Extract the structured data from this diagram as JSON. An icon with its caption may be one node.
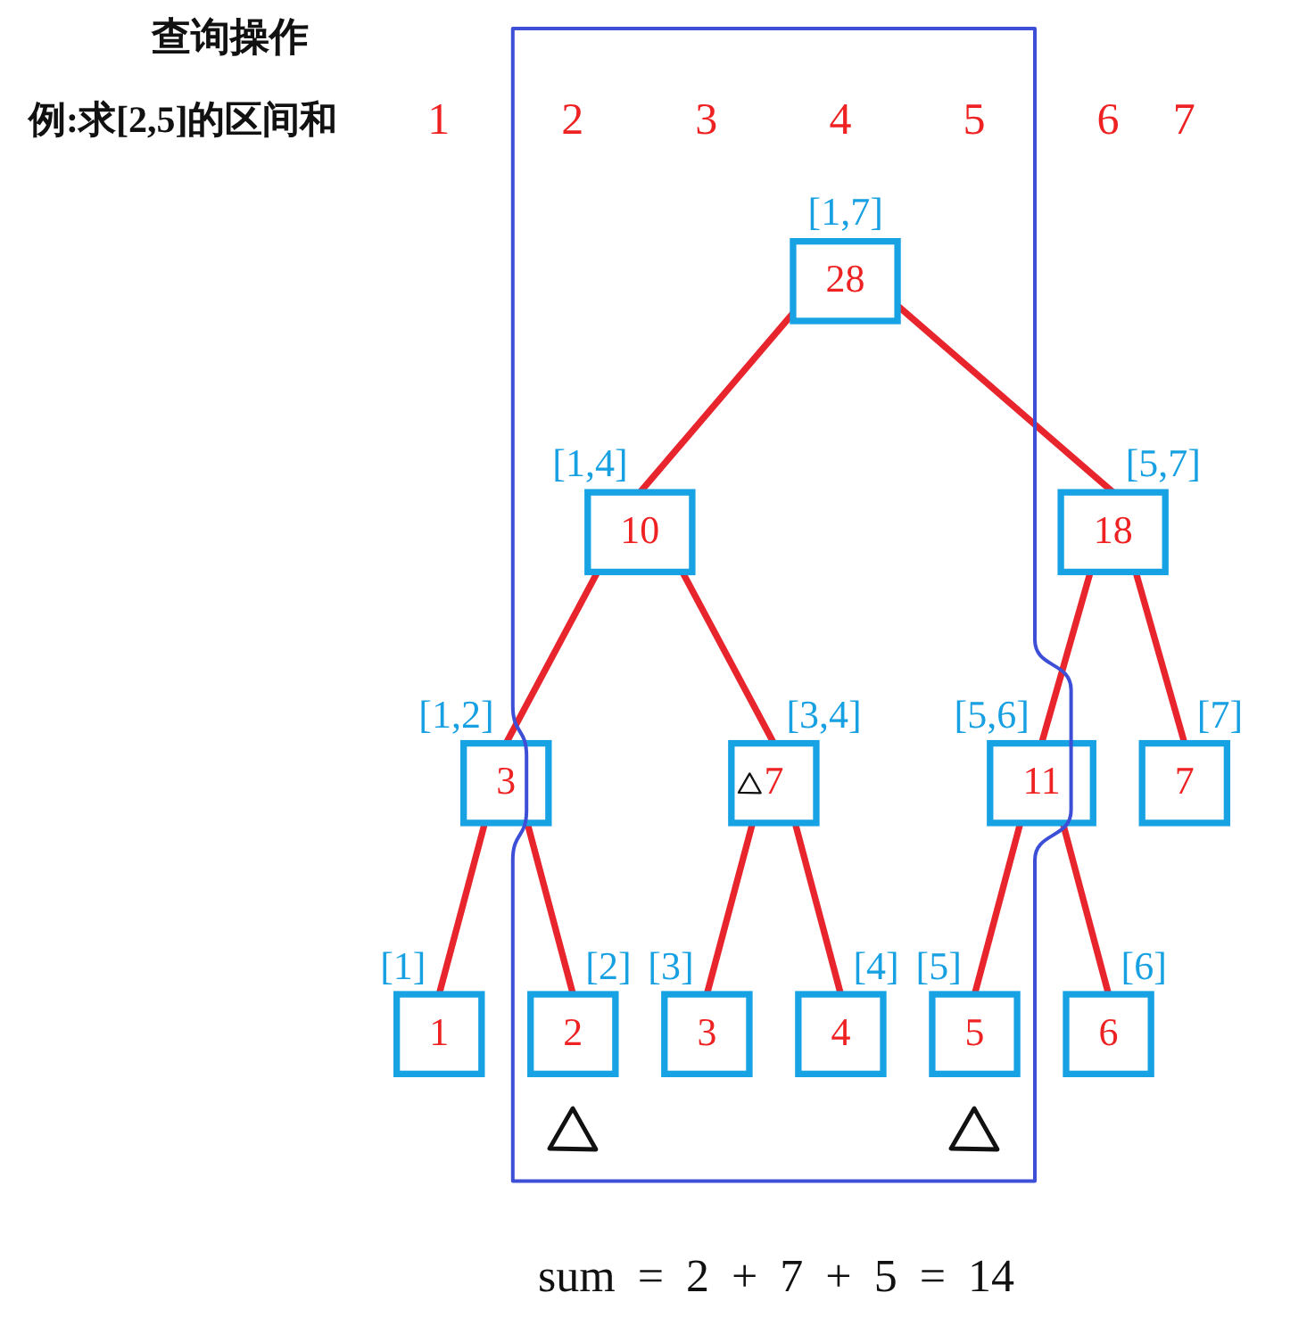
{
  "diagram": {
    "title": "查询操作",
    "nodes": [
      {
        "text": [
          "28"
        ],
        "beside": [
          "[1,7]"
        ]
      },
      {
        "text": [
          "10"
        ],
        "beside": [
          "[1,4]"
        ]
      },
      {
        "text": [
          "18"
        ],
        "beside": [
          "[5,7]"
        ]
      },
      {
        "text": [
          "3"
        ],
        "beside": [
          "[1,2]"
        ]
      },
      {
        "text": [
          "7"
        ],
        "beside": [
          "[3,4]"
        ]
      },
      {
        "text": [
          "11"
        ],
        "beside": [
          "[5,6]"
        ]
      },
      {
        "text": [
          "7"
        ],
        "beside": [
          "[7]"
        ]
      },
      {
        "text": [
          "1"
        ],
        "beside": [
          "[1]"
        ]
      },
      {
        "text": [
          "2"
        ],
        "beside": [
          "[2]"
        ]
      },
      {
        "text": [
          "3"
        ],
        "beside": [
          "[3]"
        ]
      },
      {
        "text": [
          "4"
        ],
        "beside": [
          "[4]"
        ]
      },
      {
        "text": [
          "5"
        ],
        "beside": [
          "[5]"
        ]
      },
      {
        "text": [
          "6"
        ],
        "beside": [
          "[6]"
        ]
      }
    ],
    "edges": [
      {
        "from": 0,
        "to": 1,
        "arrow": "none"
      },
      {
        "from": 0,
        "to": 2,
        "arrow": "none"
      },
      {
        "from": 1,
        "to": 3,
        "arrow": "none"
      },
      {
        "from": 1,
        "to": 4,
        "arrow": "none"
      },
      {
        "from": 2,
        "to": 5,
        "arrow": "none"
      },
      {
        "from": 2,
        "to": 6,
        "arrow": "none"
      },
      {
        "from": 3,
        "to": 7,
        "arrow": "none"
      },
      {
        "from": 3,
        "to": 8,
        "arrow": "none"
      },
      {
        "from": 4,
        "to": 9,
        "arrow": "none"
      },
      {
        "from": 4,
        "to": 10,
        "arrow": "none"
      },
      {
        "from": 5,
        "to": 11,
        "arrow": "none"
      },
      {
        "from": 5,
        "to": 12,
        "arrow": "none"
      }
    ],
    "labels": [
      "例:求[2,5]的区间和",
      "1",
      "2",
      "3",
      "4",
      "5",
      "6",
      "7",
      "sum = 2 + 7 + 5 = 14"
    ]
  }
}
